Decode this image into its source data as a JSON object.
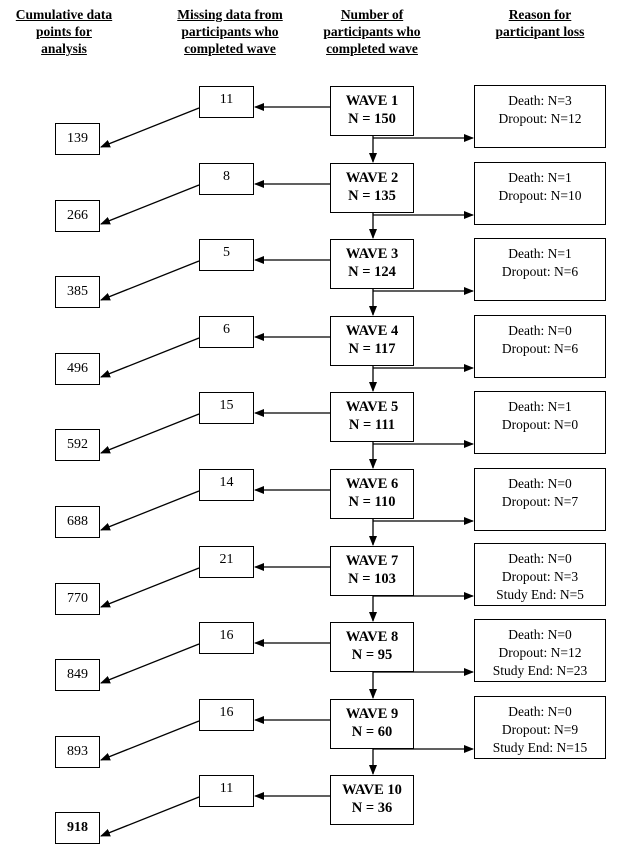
{
  "headers": {
    "cumulative": [
      "Cumulative data",
      "points for",
      "analysis"
    ],
    "missing": [
      "Missing data from",
      "participants who",
      "completed wave"
    ],
    "number": [
      "Number of",
      "participants who",
      "completed wave"
    ],
    "reason": [
      "Reason for",
      "participant loss"
    ]
  },
  "rows": [
    {
      "wave": "WAVE 1",
      "n": "N = 150",
      "missing": "11",
      "cumulative": "139",
      "loss": [
        "Death: N=3",
        "Dropout: N=12"
      ]
    },
    {
      "wave": "WAVE 2",
      "n": "N = 135",
      "missing": "8",
      "cumulative": "266",
      "loss": [
        "Death: N=1",
        "Dropout: N=10"
      ]
    },
    {
      "wave": "WAVE 3",
      "n": "N = 124",
      "missing": "5",
      "cumulative": "385",
      "loss": [
        "Death: N=1",
        "Dropout: N=6"
      ]
    },
    {
      "wave": "WAVE 4",
      "n": "N = 117",
      "missing": "6",
      "cumulative": "496",
      "loss": [
        "Death: N=0",
        "Dropout: N=6"
      ]
    },
    {
      "wave": "WAVE 5",
      "n": "N = 111",
      "missing": "15",
      "cumulative": "592",
      "loss": [
        "Death: N=1",
        "Dropout: N=0"
      ]
    },
    {
      "wave": "WAVE 6",
      "n": "N = 110",
      "missing": "14",
      "cumulative": "688",
      "loss": [
        "Death: N=0",
        "Dropout: N=7"
      ]
    },
    {
      "wave": "WAVE 7",
      "n": "N = 103",
      "missing": "21",
      "cumulative": "770",
      "loss": [
        "Death: N=0",
        "Dropout: N=3",
        "Study End: N=5"
      ]
    },
    {
      "wave": "WAVE 8",
      "n": "N = 95",
      "missing": "16",
      "cumulative": "849",
      "loss": [
        "Death: N=0",
        "Dropout: N=12",
        "Study End: N=23"
      ]
    },
    {
      "wave": "WAVE 9",
      "n": "N = 60",
      "missing": "16",
      "cumulative": "893",
      "loss": [
        "Death: N=0",
        "Dropout: N=9",
        "Study End: N=15"
      ]
    },
    {
      "wave": "WAVE 10",
      "n": "N = 36",
      "missing": "11",
      "cumulative": "918",
      "loss": []
    }
  ]
}
